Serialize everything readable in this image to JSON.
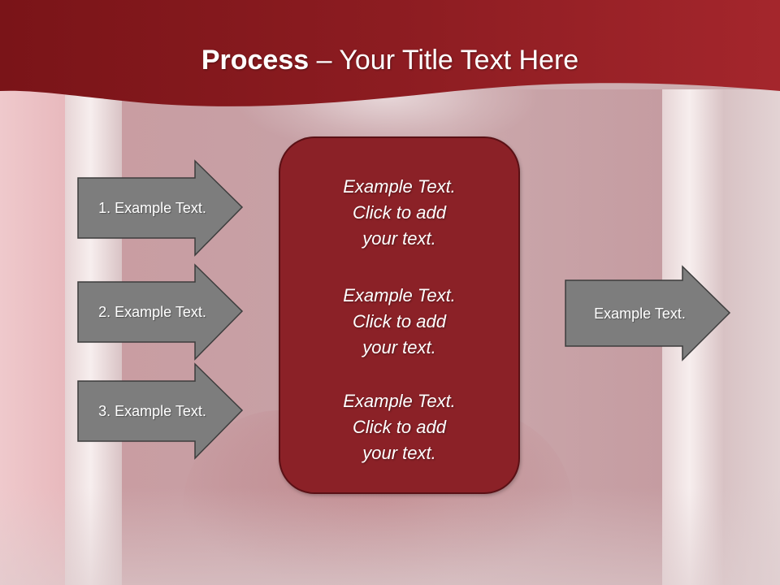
{
  "title": {
    "bold": "Process",
    "rest": " – Your Title Text Here"
  },
  "left_arrows": [
    {
      "label": "1. Example Text."
    },
    {
      "label": "2. Example Text."
    },
    {
      "label": "3. Example Text."
    }
  ],
  "center_box": {
    "blocks": [
      {
        "lines": [
          "Example Text.",
          "Click  to add",
          "your text."
        ]
      },
      {
        "lines": [
          "Example Text.",
          "Click  to add",
          "your text."
        ]
      },
      {
        "lines": [
          "Example Text.",
          "Click  to add",
          "your text."
        ]
      }
    ]
  },
  "right_arrow": {
    "label": "Example Text."
  },
  "colors": {
    "header_red": "#8e1d22",
    "box_red": "#8b2127",
    "arrow_gray": "#7d7d7d"
  }
}
